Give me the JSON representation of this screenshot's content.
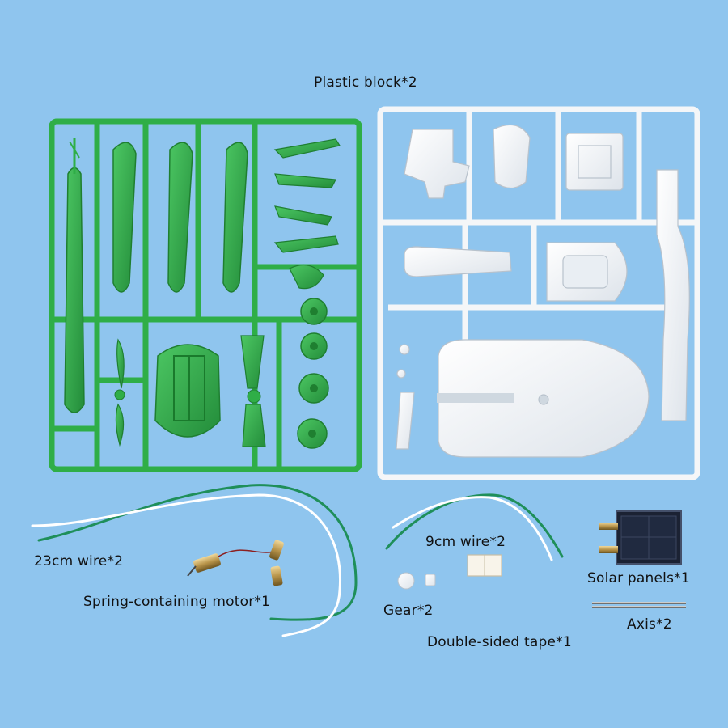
{
  "labels": {
    "plastic_block": "Plastic block*2",
    "wire_23cm": "23cm wire*2",
    "motor": "Spring-containing motor*1",
    "wire_9cm": "9cm wire*2",
    "gear": "Gear*2",
    "double_sided_tape": "Double-sided tape*1",
    "solar_panels": "Solar panels*1",
    "axis": "Axis*2"
  },
  "colors": {
    "background": "#8fc5ee",
    "green_sprue": "#2fae47",
    "white_sprue": "#f4f6f8",
    "wire_green": "#1f8f5a",
    "wire_white": "#ffffff",
    "solar_cell": "#1b2233"
  }
}
